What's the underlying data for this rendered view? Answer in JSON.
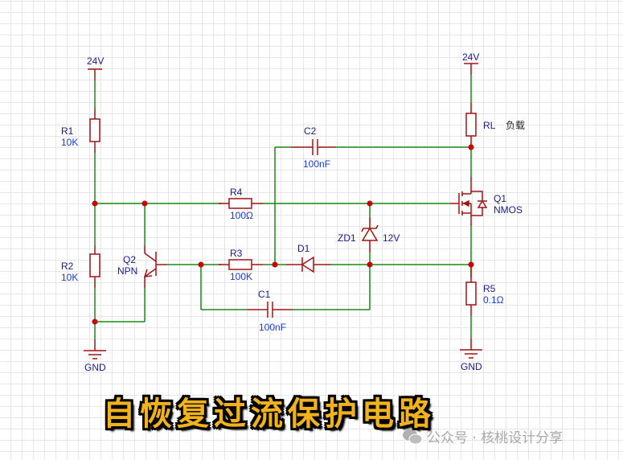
{
  "diagram": {
    "title": "自恢复过流保护电路",
    "watermark": "公众号 · 核桃设计分享",
    "watermark_icon": "wechat-icon",
    "colors": {
      "wire": "#1a8a1a",
      "component": "#a01414",
      "junction": "#cc0000",
      "designator": "#1a1a8c",
      "value": "#1a3ad6",
      "title_fill": "#f2b21a",
      "title_outline": "#000000",
      "watermark": "#a8a8a8"
    },
    "power": {
      "left": {
        "net": "24V"
      },
      "right": {
        "net": "24V"
      }
    },
    "ground": {
      "left": {
        "net": "GND"
      },
      "right": {
        "net": "GND"
      }
    },
    "components": {
      "R1": {
        "designator": "R1",
        "value": "10K"
      },
      "R2": {
        "designator": "R2",
        "value": "10K"
      },
      "R3": {
        "designator": "R3",
        "value": "100K"
      },
      "R4": {
        "designator": "R4",
        "value": "100Ω"
      },
      "R5": {
        "designator": "R5",
        "value": "0.1Ω"
      },
      "RL": {
        "designator": "RL",
        "value": "负载"
      },
      "C1": {
        "designator": "C1",
        "value": "100nF"
      },
      "C2": {
        "designator": "C2",
        "value": "100nF"
      },
      "D1": {
        "designator": "D1"
      },
      "ZD1": {
        "designator": "ZD1",
        "value": "12V"
      },
      "Q1": {
        "designator": "Q1",
        "value": "NMOS"
      },
      "Q2": {
        "designator": "Q2",
        "value": "NPN"
      }
    }
  }
}
